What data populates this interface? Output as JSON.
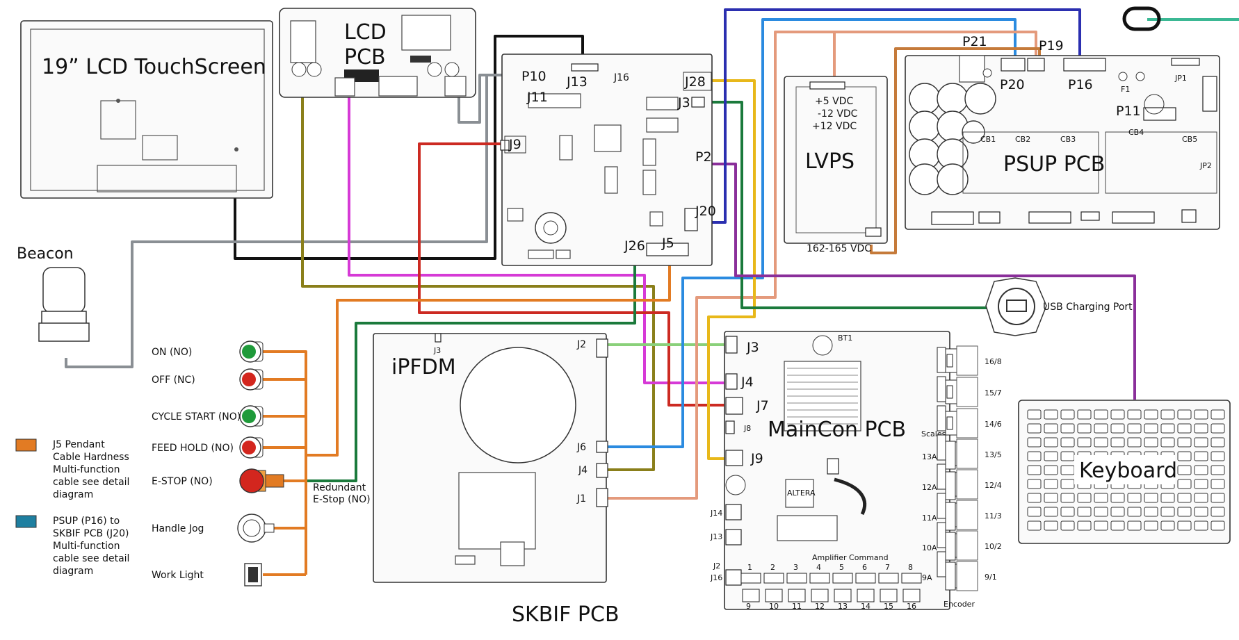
{
  "colors": {
    "pendant_orange": "#e27b23",
    "psup_blue": "#1e7fa0",
    "black": "#111111",
    "gray": "#8a8f94",
    "olive": "#8a7f1a",
    "magenta": "#d63ad6",
    "red": "#cc2a22",
    "green": "#1b7a3c",
    "light_green": "#8ad07a",
    "yellow": "#e8b81a",
    "salmon": "#e49a7c",
    "violet": "#8a2f9a",
    "navy": "#2b2fb0",
    "sky": "#2b8be0",
    "tan": "#c57a3a",
    "teal": "#3bb894"
  },
  "boards": {
    "lcd_touchscreen": "19” LCD TouchScreen",
    "lcd_pcb": "LCD\nPCB",
    "lcd_pcb_line1": "LCD",
    "lcd_pcb_line2": "PCB",
    "lvps": "LVPS",
    "psup_pcb": "PSUP PCB",
    "ipfdm": "iPFDM",
    "skbif_pcb": "SKBIF PCB",
    "maincon_pcb": "MainCon PCB",
    "keyboard": "Keyboard",
    "beacon": "Beacon",
    "usb_port": "USB Charging Port"
  },
  "lvps_outputs": [
    "+5 VDC",
    "-12 VDC",
    "+12 VDC"
  ],
  "lvps_input": "162-165 VDC",
  "skbif_connectors": {
    "j13": "J13",
    "j16": "J16",
    "j28": "J28",
    "j10": "P10",
    "j11": "J11",
    "j3": "J3",
    "j9": "J9",
    "p2": "P2",
    "j20": "J20",
    "j26": "J26",
    "j5": "J5"
  },
  "psup_connectors": {
    "p21": "P21",
    "p19": "P19",
    "p20": "P20",
    "p16": "P16",
    "p11": "P11",
    "f1": "F1",
    "jp1": "JP1",
    "cb1": "CB1",
    "cb2": "CB2",
    "cb3": "CB3",
    "cb4": "CB4",
    "cb5": "CB5",
    "jp2": "JP2"
  },
  "ipfdm_connectors": {
    "j2": "J2",
    "j3": "J3",
    "j6": "J6",
    "j4": "J4",
    "j1": "J1"
  },
  "maincon_connectors": {
    "j3": "J3",
    "bt1": "BT1",
    "j4": "J4",
    "j7": "J7",
    "j8": "J8",
    "j9": "J9",
    "j14": "J14",
    "j13": "J13",
    "j2": "J2",
    "j16": "J16",
    "altera": "ALTERA",
    "scales": "Scales",
    "encoder": "Encoder",
    "amplifier": "Amplifier Command"
  },
  "maincon_left_axis": [
    "13A",
    "12A",
    "11A",
    "10A",
    "9A"
  ],
  "maincon_right_axis": [
    "16/8",
    "15/7",
    "14/6",
    "13/5",
    "12/4",
    "11/3",
    "10/2",
    "9/1"
  ],
  "maincon_top_nums": [
    "1",
    "2",
    "3",
    "4",
    "5",
    "6",
    "7",
    "8"
  ],
  "maincon_bottom_nums": [
    "9",
    "10",
    "11",
    "12",
    "13",
    "14",
    "15",
    "16"
  ],
  "pendant_items": [
    {
      "label": "ON (NO)",
      "kind": "green"
    },
    {
      "label": "OFF (NC)",
      "kind": "red"
    },
    {
      "label": "CYCLE START (NO)",
      "kind": "green"
    },
    {
      "label": "FEED HOLD (NO)",
      "kind": "red"
    },
    {
      "label": "E-STOP (NO)",
      "kind": "estop"
    },
    {
      "label": "Handle Jog",
      "kind": "jog"
    },
    {
      "label": "Work Light",
      "kind": "switch"
    }
  ],
  "redundant_estop": "Redundant\nE-Stop (NO)",
  "redundant_estop_line1": "Redundant",
  "redundant_estop_line2": "E-Stop (NO)",
  "legend": [
    {
      "color": "#e27b23",
      "lines": [
        "J5 Pendant",
        "Cable Hardness",
        "Multi-function",
        "cable see detail",
        "diagram"
      ]
    },
    {
      "color": "#1e7fa0",
      "lines": [
        "PSUP (P16) to",
        "SKBIF PCB (J20)",
        "Multi-function",
        "cable see detail",
        "diagram"
      ]
    }
  ]
}
